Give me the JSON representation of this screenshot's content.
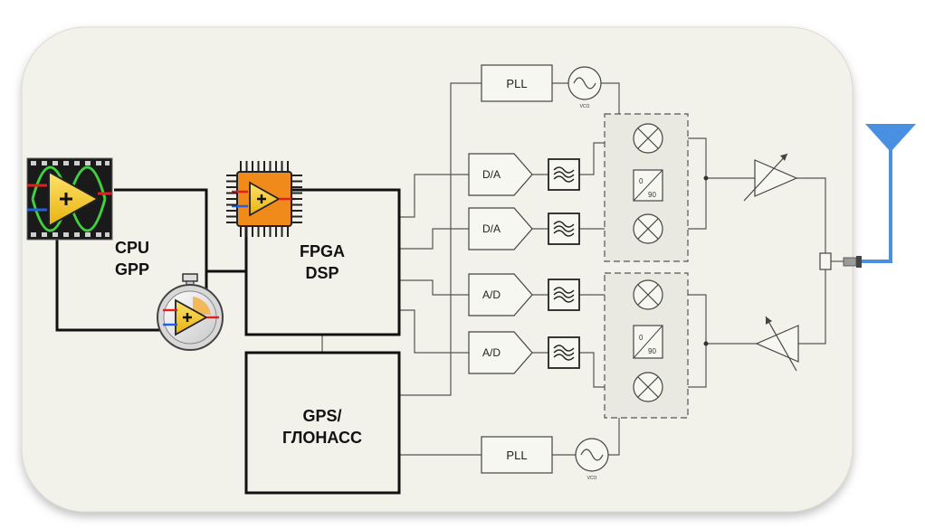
{
  "blocks": {
    "cpu": {
      "line1": "CPU",
      "line2": "GPP"
    },
    "fpga": {
      "line1": "FPGA",
      "line2": "DSP"
    },
    "gps": {
      "line1": "GPS/",
      "line2": "ГЛОНАСС"
    }
  },
  "pll_top": "PLL",
  "pll_bottom": "PLL",
  "vco_top": "VCO",
  "vco_bottom": "VCO",
  "converters": [
    "D/A",
    "D/A",
    "A/D",
    "A/D"
  ],
  "phase_top": {
    "a": "0",
    "b": "90"
  },
  "phase_bottom": {
    "a": "0",
    "b": "90"
  },
  "icons": [
    "labview-vi-icon",
    "fpga-chip-icon",
    "stopwatch-timed-loop-icon",
    "antenna-icon",
    "low-pass-filter-icon",
    "mixer-icon",
    "oscillator-icon",
    "amplifier-icon"
  ],
  "colors": {
    "panel": "#f2f2ea",
    "antenna": "#4a90e2",
    "vi_yellow": "#f3c623",
    "chip_orange": "#f08a1a"
  }
}
